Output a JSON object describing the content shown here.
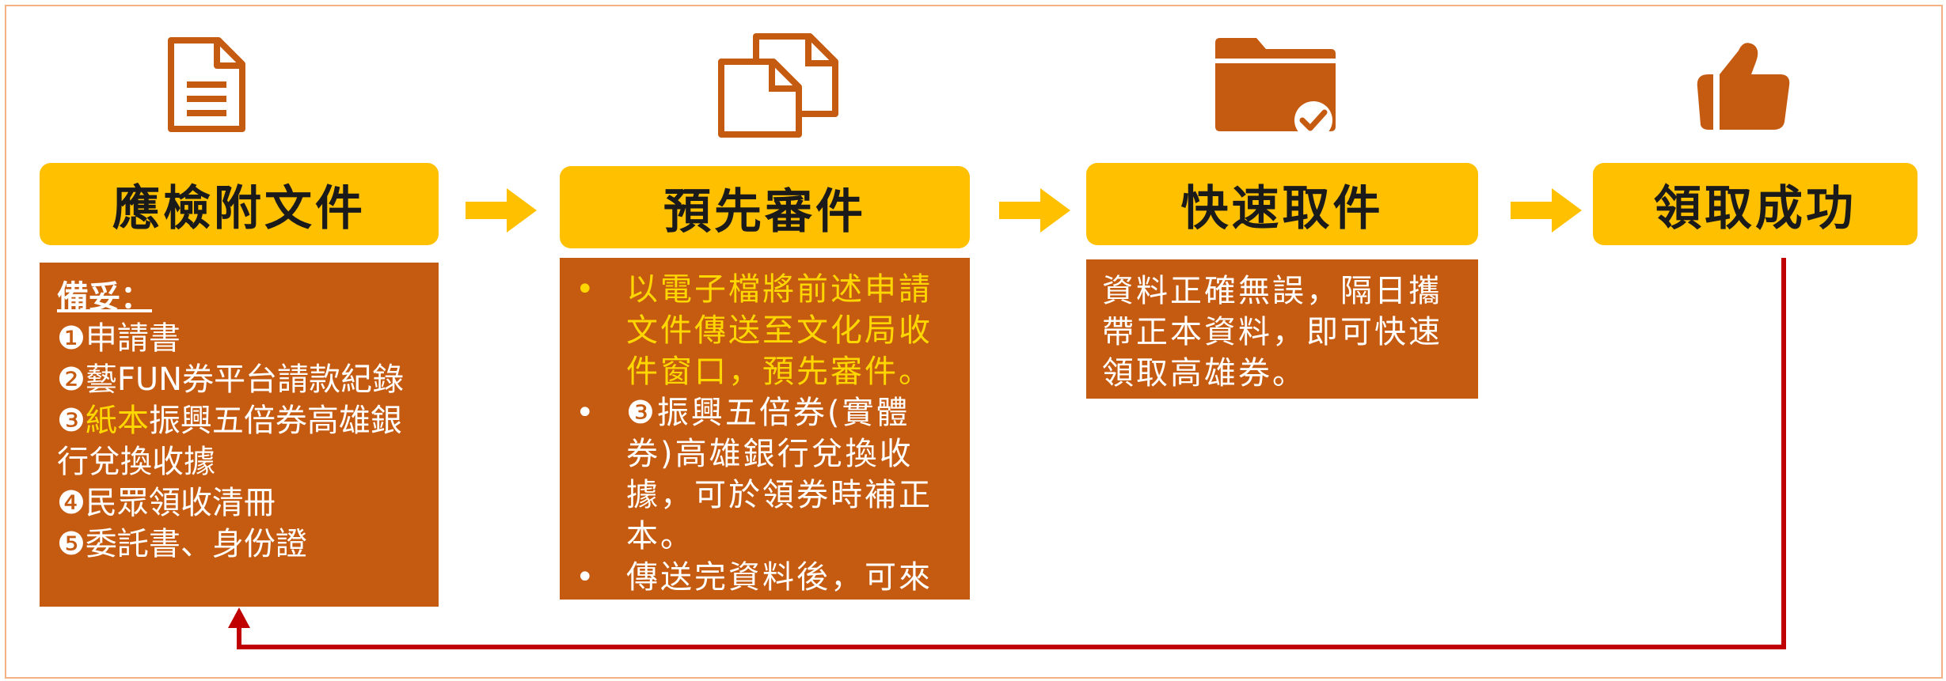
{
  "colors": {
    "accent": "#ffc000",
    "box": "#c55a11",
    "highlight": "#ffd700",
    "loop_arrow": "#c00000",
    "frame": "#f4b183"
  },
  "steps": [
    {
      "title": "應檢附文件",
      "icon": "document-icon"
    },
    {
      "title": "預先審件",
      "icon": "copy-files-icon"
    },
    {
      "title": "快速取件",
      "icon": "folder-check-icon"
    },
    {
      "title": "領取成功",
      "icon": "thumbs-up-icon"
    }
  ],
  "step1": {
    "heading": "備妥：",
    "items": [
      {
        "num": "❶",
        "pre": "",
        "hl": "",
        "text": "申請書"
      },
      {
        "num": "❷",
        "pre": "",
        "hl": "",
        "text": "藝FUN券平台請款紀錄"
      },
      {
        "num": "❸",
        "pre": "",
        "hl": "紙本",
        "text": "振興五倍券高雄銀行兌換收據"
      },
      {
        "num": "❹",
        "pre": "",
        "hl": "",
        "text": "民眾領收清冊"
      },
      {
        "num": "❺",
        "pre": "",
        "hl": "",
        "text": "委託書、身份證"
      }
    ]
  },
  "step2": {
    "bullet": "•",
    "item1": "以電子檔將前述申請文件傳送至文化局收件窗口，預先審件。",
    "item2_num": "❸",
    "item2": "振興五倍券(實體券)高雄銀行兌換收據，可於領券時補正本。",
    "item3": "傳送完資料後，可來電確認文件內容。"
  },
  "step3": {
    "text": "資料正確無誤，隔日攜帶正本資料，即可快速領取高雄券。"
  }
}
